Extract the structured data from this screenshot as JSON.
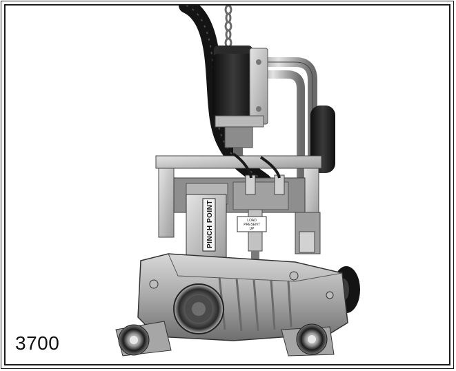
{
  "figure": {
    "number": "3700"
  },
  "labels": {
    "pinch_point": "PINCH POINT",
    "sticker_line1": "LOAD",
    "sticker_line2": "PRESENT",
    "sticker_line3": "UP"
  },
  "colors": {
    "frame": "#1a1a1a",
    "background": "#ffffff",
    "metal_light": "#cfcfcf",
    "metal_mid": "#9a9a9a",
    "metal_dark": "#555555",
    "rubber": "#1f1f1f"
  }
}
